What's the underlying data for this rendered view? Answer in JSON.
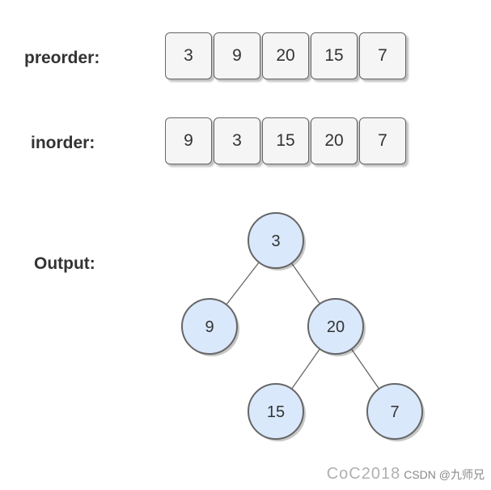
{
  "labels": {
    "preorder": "preorder:",
    "inorder": "inorder:",
    "output": "Output:"
  },
  "preorder": [
    "3",
    "9",
    "20",
    "15",
    "7"
  ],
  "inorder": [
    "9",
    "3",
    "15",
    "20",
    "7"
  ],
  "tree": {
    "nodes": [
      {
        "id": "n3",
        "label": "3"
      },
      {
        "id": "n9",
        "label": "9"
      },
      {
        "id": "n20",
        "label": "20"
      },
      {
        "id": "n15",
        "label": "15"
      },
      {
        "id": "n7",
        "label": "7"
      }
    ],
    "edges": [
      {
        "from": "n3",
        "to": "n9"
      },
      {
        "from": "n3",
        "to": "n20"
      },
      {
        "from": "n20",
        "to": "n15"
      },
      {
        "from": "n20",
        "to": "n7"
      }
    ]
  },
  "colors": {
    "node_fill": "#dae8fc",
    "node_stroke": "#666666",
    "edge": "#666666",
    "cell_fill": "#f5f5f5",
    "cell_stroke": "#666666",
    "text": "#333333"
  },
  "watermark": {
    "logo": "CoC2018",
    "text": "CSDN @九师兄"
  }
}
